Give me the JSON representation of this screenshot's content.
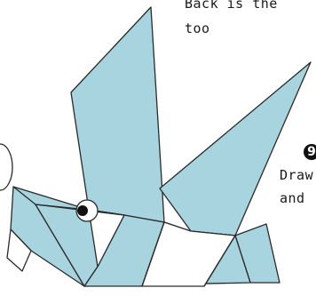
{
  "text_lines": {
    "line1": "Back is the",
    "line2": "too",
    "line3": "Draw",
    "line4": "and"
  },
  "step_badge": "9",
  "colors": {
    "paper_blue": "#a8d4df",
    "paper_white": "#ffffff",
    "outline": "#2a2a2a",
    "eye": "#111111"
  }
}
